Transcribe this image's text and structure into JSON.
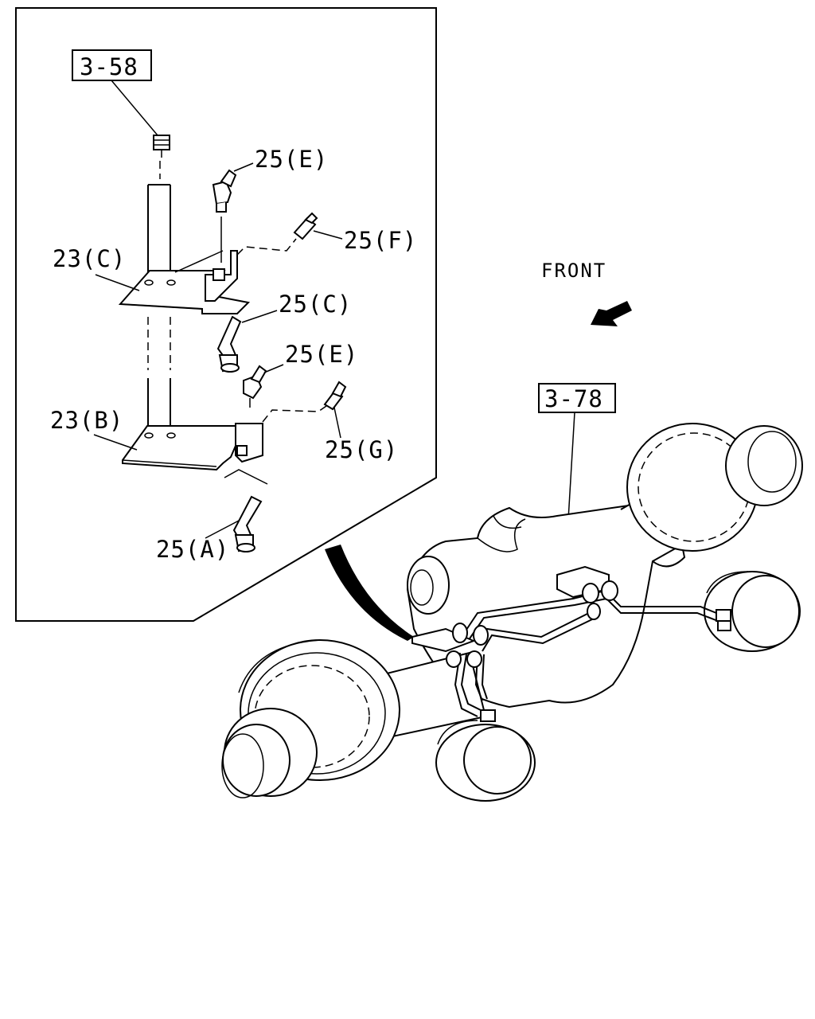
{
  "callouts": {
    "ref_3_58": "3-58",
    "ref_3_78": "3-78",
    "c23c": "23(C)",
    "c23b": "23(B)",
    "c25e_top": "25(E)",
    "c25f": "25(F)",
    "c25c": "25(C)",
    "c25e_mid": "25(E)",
    "c25g": "25(G)",
    "c25a": "25(A)"
  },
  "direction": {
    "front_label": "FRONT",
    "arrow_icon": "front-arrow-icon"
  },
  "colors": {
    "ink": "#000000",
    "paper": "#ffffff"
  }
}
